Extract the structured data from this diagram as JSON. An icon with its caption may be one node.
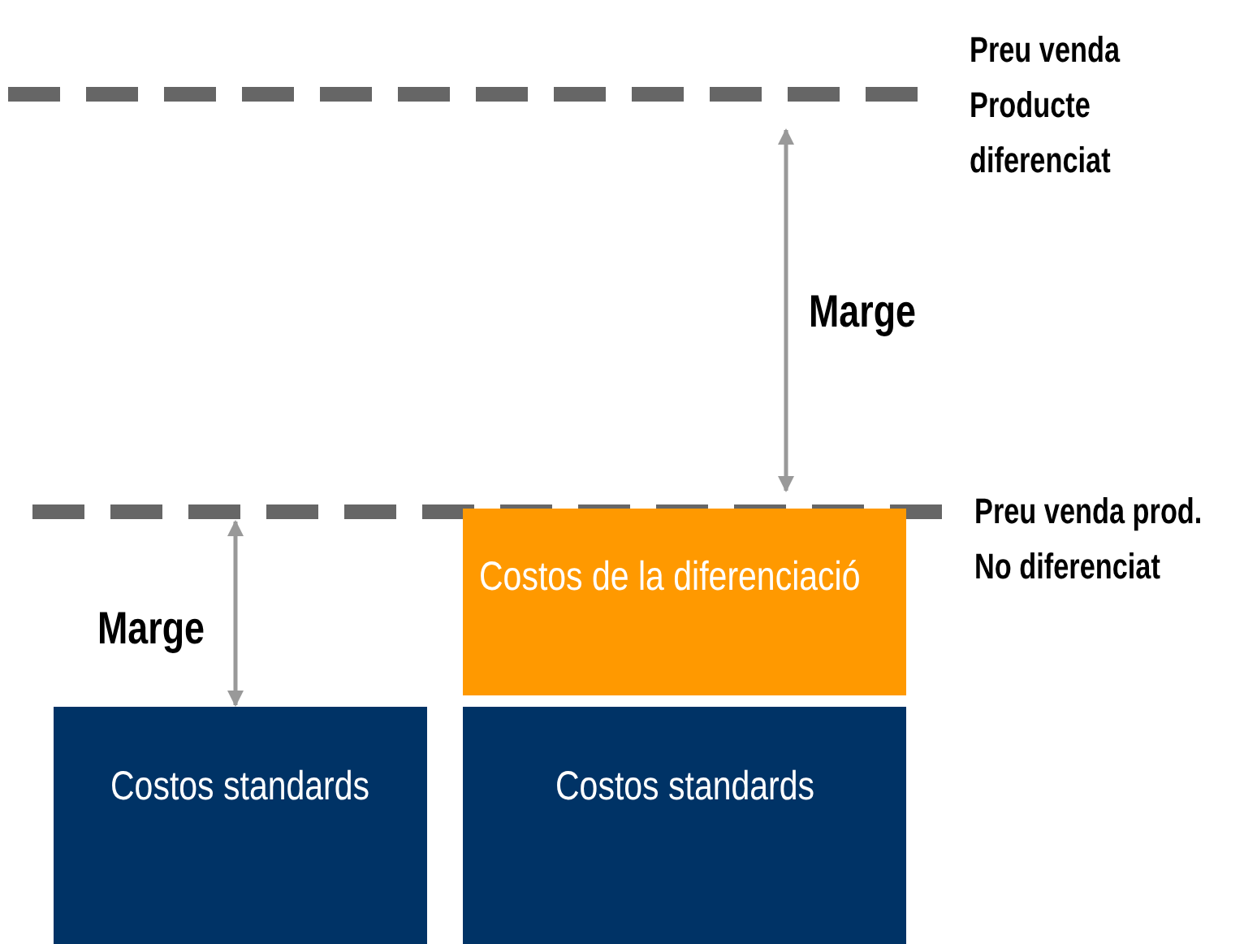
{
  "diagram": {
    "nodes": [
      {
        "text": [
          "Costos de la diferenciació"
        ]
      },
      {
        "text": [
          "Costos standards"
        ]
      },
      {
        "text": [
          "Costos standards"
        ]
      }
    ],
    "labels": [
      "Preu venda Producte diferenciat",
      "Marge",
      "Preu venda prod. No diferenciat",
      "Marge"
    ]
  }
}
